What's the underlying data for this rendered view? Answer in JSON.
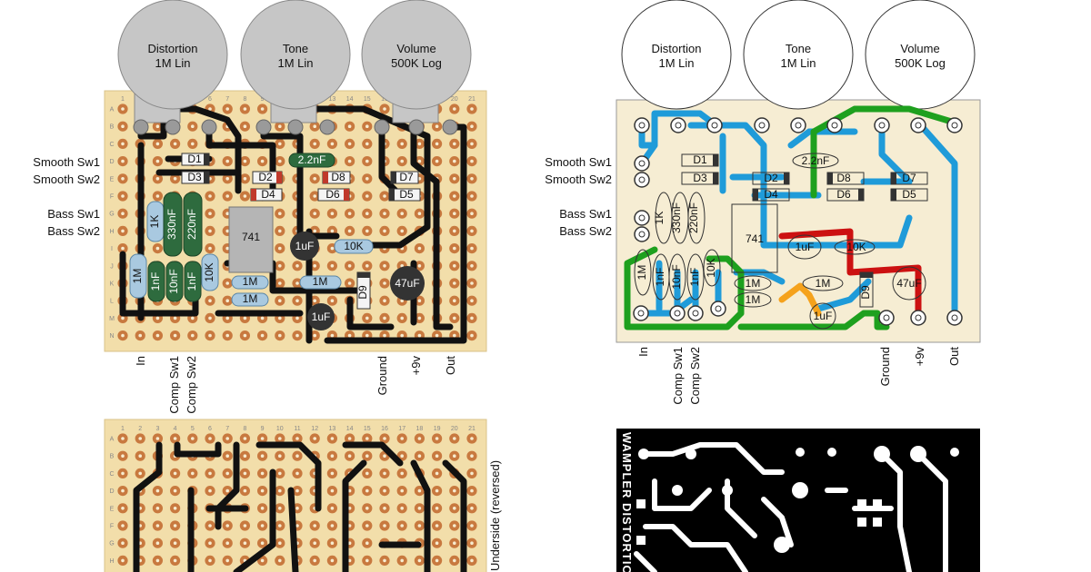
{
  "pots": [
    {
      "name": "Distortion",
      "value": "1M Lin"
    },
    {
      "name": "Tone",
      "value": "1M Lin"
    },
    {
      "name": "Volume",
      "value": "500K Log"
    }
  ],
  "switch_labels": {
    "smooth_sw1": "Smooth Sw1",
    "smooth_sw2": "Smooth Sw2",
    "bass_sw1": "Bass Sw1",
    "bass_sw2": "Bass Sw2"
  },
  "bottom_labels": {
    "in": "In",
    "comp_sw1": "Comp Sw1",
    "comp_sw2": "Comp Sw2",
    "ground": "Ground",
    "power": "+9v",
    "out": "Out"
  },
  "underside_label": "Underside (reversed)",
  "pcb_title": "WAMPLER DISTORTION +",
  "components": {
    "d1": "D1",
    "d2": "D2",
    "d3": "D3",
    "d4": "D4",
    "d5": "D5",
    "d6": "D6",
    "d7": "D7",
    "d8": "D8",
    "d9": "D9",
    "c_2n2": "2.2nF",
    "r_1k": "1K",
    "c_330n": "330nF",
    "c_220n": "220nF",
    "ic": "741",
    "c_1u_a": "1uF",
    "c_1u_b": "1uF",
    "r_10k_a": "10K",
    "r_10k_b": "10K",
    "r_1m": "1M",
    "c_1n_a": "1nF",
    "c_10n": "10nF",
    "c_1n_b": "1nF",
    "c_47u": "47uF"
  },
  "row_letters": [
    "A",
    "B",
    "C",
    "D",
    "E",
    "F",
    "G",
    "H",
    "I",
    "J",
    "K",
    "L",
    "M",
    "N"
  ],
  "col_numbers": [
    "1",
    "2",
    "3",
    "4",
    "5",
    "6",
    "7",
    "8",
    "9",
    "10",
    "11",
    "12",
    "13",
    "14",
    "15",
    "16",
    "17",
    "18",
    "19",
    "20",
    "21"
  ],
  "colors": {
    "board": "#f2deaa",
    "pad": "#c8793f",
    "trace": "#111111",
    "pot": "#c6c6c6",
    "blue_trace": "#1f9bd9",
    "green_trace": "#1ea01e",
    "red_trace": "#cc1111",
    "orange_trace": "#f5a21c"
  }
}
